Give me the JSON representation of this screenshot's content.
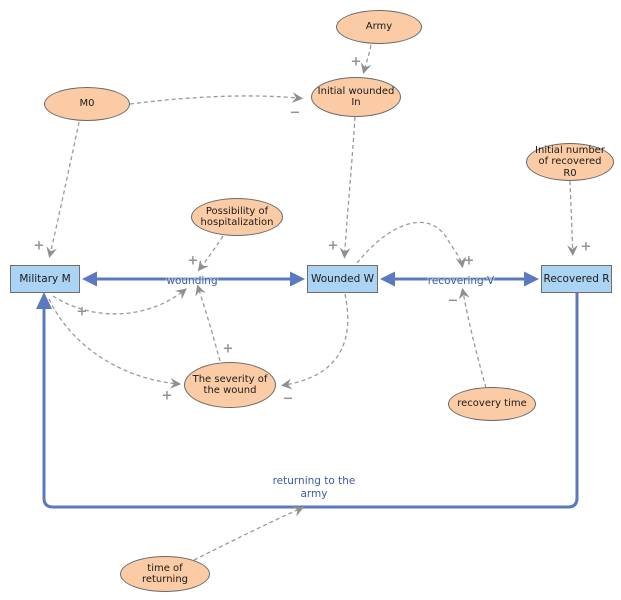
{
  "colors": {
    "variable_fill": "#FACBA4",
    "variable_border": "#6A6A6A",
    "stock_fill": "#ABD3F3",
    "stock_border": "#6E6E6E",
    "flow_line": "#5B79C1",
    "flow_label": "#3A5BA5",
    "link_line": "#9A9A9A",
    "sign": "#949494"
  },
  "stocks": [
    {
      "label": "Military M"
    },
    {
      "label": "Wounded W"
    },
    {
      "label": "Recovered R"
    }
  ],
  "variables": [
    {
      "label": "Army"
    },
    {
      "label": "M0"
    },
    {
      "label": "Initial wounded In"
    },
    {
      "label": "Initial number of recovered R0"
    },
    {
      "label": "Possibility of hospitalization"
    },
    {
      "label": "The severity of the wound"
    },
    {
      "label": "recovery time"
    },
    {
      "label": "time of returning"
    }
  ],
  "flows": [
    {
      "label": "wounding"
    },
    {
      "label": "recovering V"
    },
    {
      "label": "returning to the army"
    }
  ],
  "links": [
    {
      "from": "Army",
      "to": "Initial wounded In",
      "polarity": "+"
    },
    {
      "from": "M0",
      "to": "Initial wounded In",
      "polarity": "−"
    },
    {
      "from": "M0",
      "to": "Military M",
      "polarity": "+"
    },
    {
      "from": "Initial wounded In",
      "to": "Wounded W",
      "polarity": "+"
    },
    {
      "from": "Initial number of recovered R0",
      "to": "Recovered R",
      "polarity": "+"
    },
    {
      "from": "Possibility of hospitalization",
      "to": "wounding",
      "polarity": "+"
    },
    {
      "from": "Military M",
      "to": "wounding",
      "polarity": "+"
    },
    {
      "from": "Military M",
      "to": "The severity of the wound",
      "polarity": "+"
    },
    {
      "from": "The severity of the wound",
      "to": "wounding",
      "polarity": "+"
    },
    {
      "from": "Wounded W",
      "to": "The severity of the wound",
      "polarity": "−"
    },
    {
      "from": "Wounded W",
      "to": "recovering V",
      "polarity": "+"
    },
    {
      "from": "recovery time",
      "to": "recovering V",
      "polarity": "−"
    },
    {
      "from": "time of returning",
      "to": "returning to the army",
      "polarity": ""
    }
  ]
}
